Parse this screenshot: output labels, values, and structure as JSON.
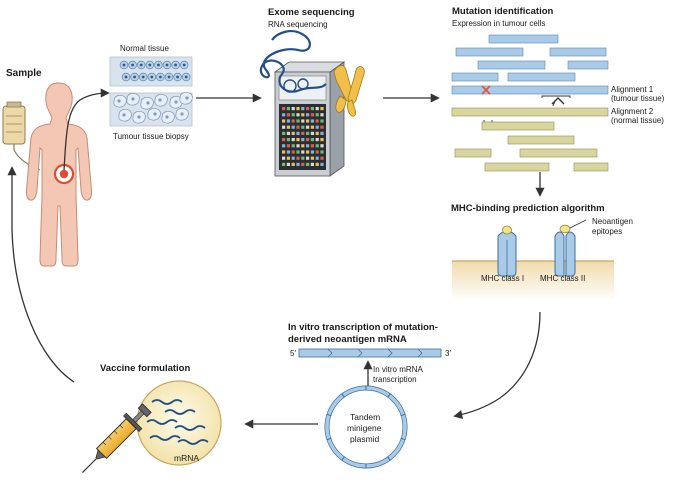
{
  "sample": {
    "title": "Sample"
  },
  "exome": {
    "title": "Exome sequencing",
    "subtitle": "RNA sequencing"
  },
  "tissue": {
    "normal": "Normal tissue",
    "tumour": "Tumour tissue biopsy"
  },
  "mutation": {
    "title": "Mutation identification",
    "subtitle": "Expression in tumour cells",
    "alignment1_line1": "Alignment 1",
    "alignment1_line2": "(tumour tissue)",
    "alignment2_line1": "Alignment 2",
    "alignment2_line2": "(normal tissue)"
  },
  "mhc": {
    "title": "MHC-binding prediction algorithm",
    "neo_line1": "Neoantigen",
    "neo_line2": "epitopes",
    "class1": "MHC class I",
    "class2": "MHC class II"
  },
  "ivt": {
    "title_line1": "In vitro transcription of mutation-",
    "title_line2": "derived neoantigen mRNA",
    "five_prime": "5′",
    "three_prime": "3′",
    "label_line1": "In vitro mRNA",
    "label_line2": "transcription"
  },
  "plasmid": {
    "line1": "Tandem",
    "line2": "minigene",
    "line3": "plasmid"
  },
  "vaccine": {
    "title": "Vaccine formulation",
    "mrna": "mRNA"
  },
  "colors": {
    "blue_bar": "#a9cbe8",
    "olive_bar": "#d8d69e",
    "membrane": "#f1dfae",
    "skin": "#f3c7b3",
    "dark_blue": "#244f86",
    "arrow": "#333333",
    "mutation_mark": "#e2543c"
  }
}
